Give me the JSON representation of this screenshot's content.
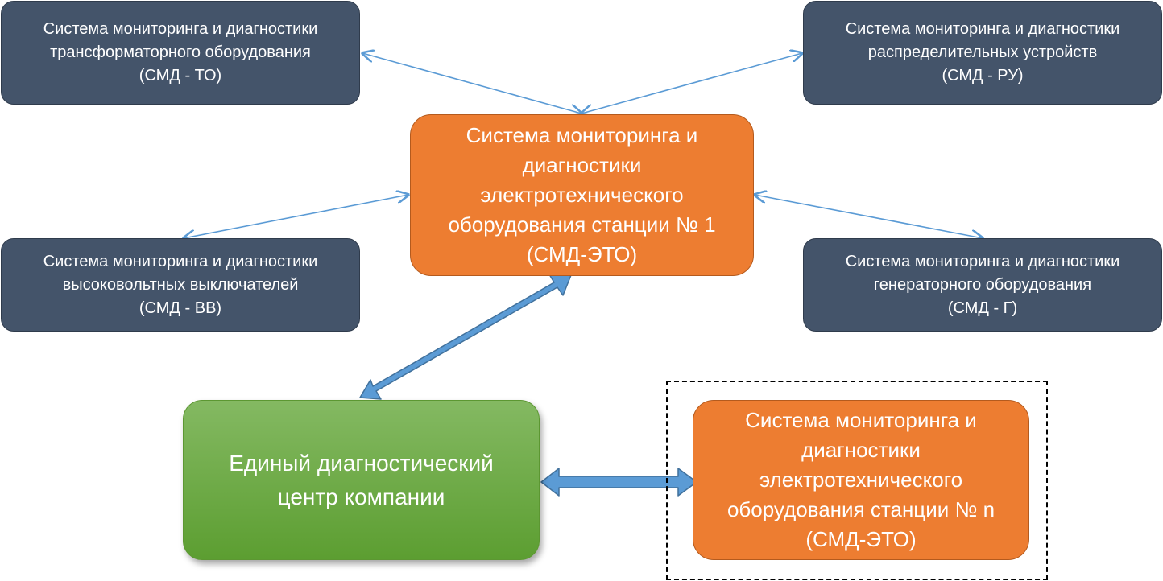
{
  "boxes": {
    "to": {
      "line1": "Система мониторинга и диагностики",
      "line2": "трансформаторного оборудования",
      "line3": "(СМД - ТО)"
    },
    "ru": {
      "line1": "Система мониторинга и диагностики",
      "line2": "распределительных устройств",
      "line3": "(СМД - РУ)"
    },
    "vv": {
      "line1": "Система мониторинга и диагностики",
      "line2": "высоковольтных выключателей",
      "line3": "(СМД - ВВ)"
    },
    "g": {
      "line1": "Система мониторинга и диагностики",
      "line2": "генераторного оборудования",
      "line3": "(СМД - Г)"
    },
    "station1": {
      "line1": "Система мониторинга и",
      "line2": "диагностики",
      "line3": "электротехнического",
      "line4": "оборудования станции № 1",
      "line5": "(СМД-ЭТО)"
    },
    "stationN": {
      "line1": "Система мониторинга и",
      "line2": "диагностики",
      "line3": "электротехнического",
      "line4": "оборудования станции № n",
      "line5": "(СМД-ЭТО)"
    },
    "center": {
      "line1": "Единый диагностический",
      "line2": "центр компании"
    }
  },
  "colors": {
    "dark_box": "#44546a",
    "orange_box": "#ed7d31",
    "green_box": "#70ad47",
    "thin_arrow": "#5b9bd5",
    "thick_arrow": "#5b9bd5"
  }
}
